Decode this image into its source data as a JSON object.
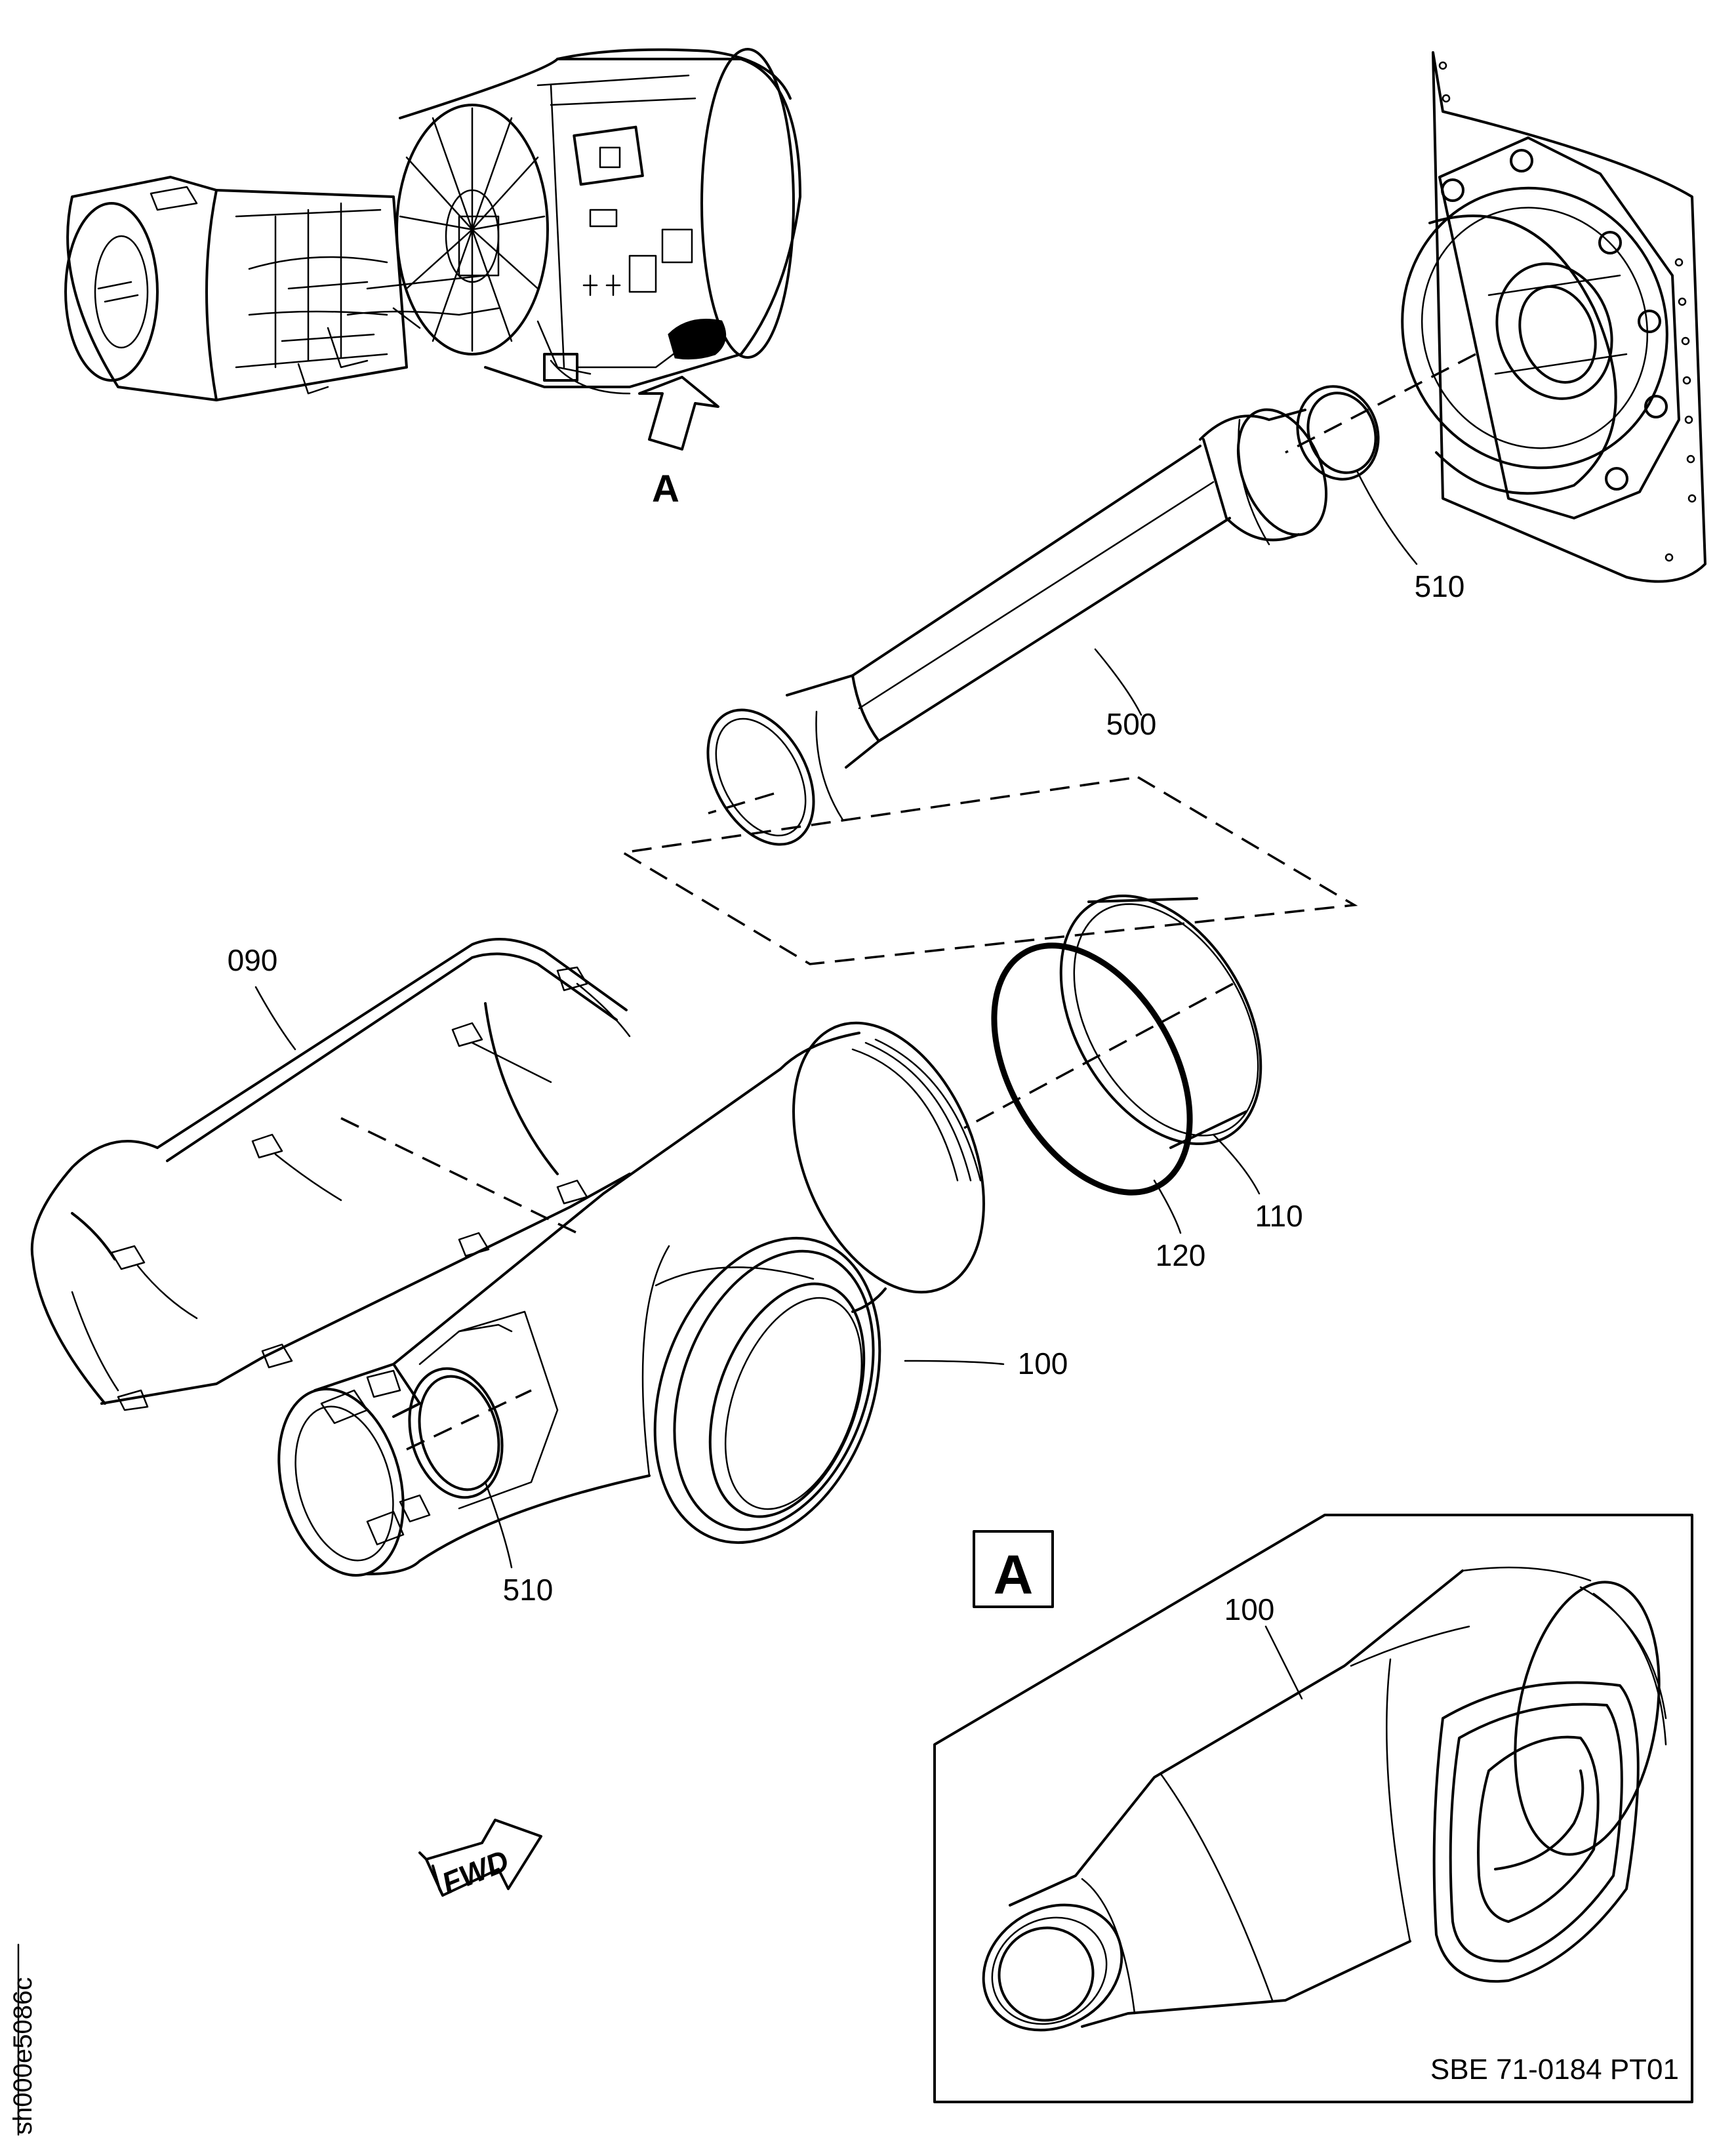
{
  "figure": {
    "view_arrow_label": "A",
    "detail_view_label": "A",
    "fwd_label": "FWD",
    "figure_id": "sh000e5086c",
    "reference": "SBE 71-0184 PT01"
  },
  "callouts": {
    "c510_top": "510",
    "c500": "500",
    "c090": "090",
    "c100": "100",
    "c110": "110",
    "c120": "120",
    "c510_bottom": "510",
    "c100_detail": "100"
  }
}
